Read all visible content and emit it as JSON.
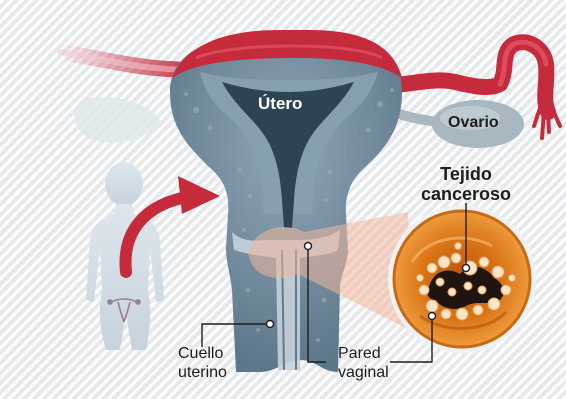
{
  "labels": {
    "uterus": "Útero",
    "ovary": "Ovario",
    "tissue_line1": "Tejido",
    "tissue_line2": "canceroso",
    "cervix_line1": "Cuello",
    "cervix_line2": "uterino",
    "wall_line1": "Pared",
    "wall_line2": "vaginal"
  },
  "colors": {
    "uterus_body": "#6f8a9d",
    "uterus_cavity": "#2c4454",
    "tube_red": "#c62b3c",
    "ovary_gray": "#a9b7c1",
    "lens_orange": "#e07a18",
    "callout_pink": "#f2b79c",
    "label_text": "#1d1d1d"
  }
}
